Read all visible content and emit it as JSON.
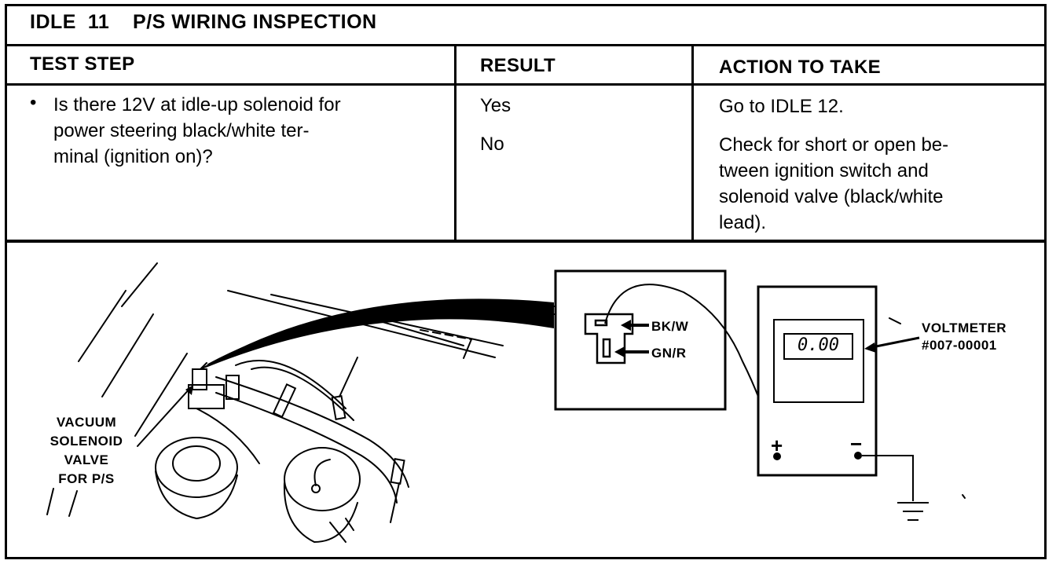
{
  "title": "IDLE  11    P/S WIRING INSPECTION",
  "headers": {
    "test_step": "TEST STEP",
    "result": "RESULT",
    "action": "ACTION TO TAKE"
  },
  "row": {
    "bullet": "•",
    "test_step_lines": [
      "Is there 12V at idle-up solenoid for",
      "power steering black/white ter-",
      "minal (ignition on)?"
    ],
    "results": [
      "Yes",
      "No"
    ],
    "actions": [
      {
        "lines": [
          "Go to IDLE 12."
        ]
      },
      {
        "lines": [
          "Check for short or open be-",
          "tween ignition switch and",
          "solenoid valve (black/white",
          "lead)."
        ]
      }
    ]
  },
  "figure": {
    "callout_solenoid_lines": [
      "VACUUM",
      "SOLENOID",
      "VALVE",
      "FOR P/S"
    ],
    "connector_labels": [
      "BK/W",
      "GN/R"
    ],
    "voltmeter_label_lines": [
      "VOLTMETER",
      "#007-00001"
    ],
    "meter_reading": "0.00",
    "plus_sign": "+",
    "minus_sign": "−"
  }
}
